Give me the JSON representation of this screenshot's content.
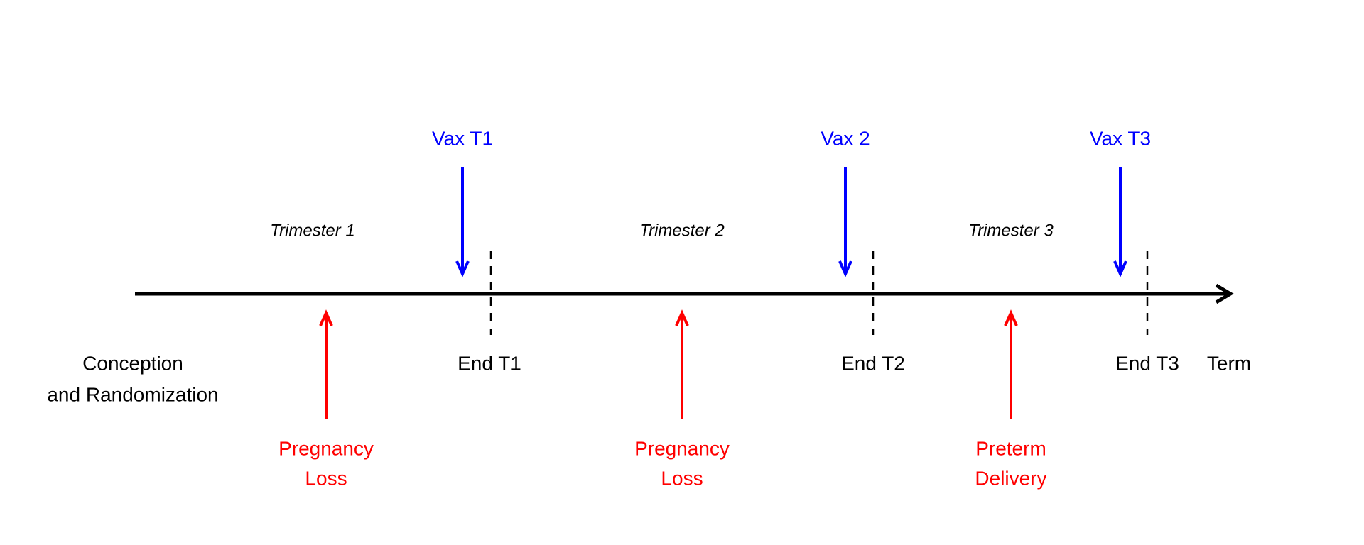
{
  "colors": {
    "vaccination": "#0000ff",
    "outcome": "#ff0000",
    "timeline": "#000000"
  },
  "timeline": {
    "start_label_line1": "Conception",
    "start_label_line2": "and Randomization",
    "end_label": "Term"
  },
  "trimesters": [
    {
      "label": "Trimester 1",
      "end_label": "End T1"
    },
    {
      "label": "Trimester 2",
      "end_label": "End T2"
    },
    {
      "label": "Trimester 3",
      "end_label": "End T3"
    }
  ],
  "vaccinations": [
    {
      "label": "Vax T1"
    },
    {
      "label": "Vax 2"
    },
    {
      "label": "Vax T3"
    }
  ],
  "outcomes": [
    {
      "line1": "Pregnancy",
      "line2": "Loss"
    },
    {
      "line1": "Pregnancy",
      "line2": "Loss"
    },
    {
      "line1": "Preterm",
      "line2": "Delivery"
    }
  ]
}
